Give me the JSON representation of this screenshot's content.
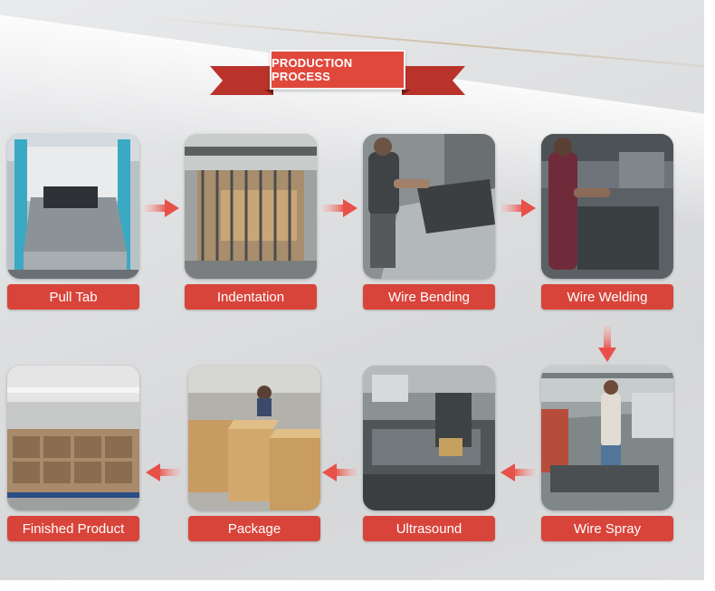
{
  "banner": {
    "title": "PRODUCTION PROCESS",
    "colors": {
      "ribbon": "#e0483c",
      "ribbon_dark": "#b9332b"
    }
  },
  "steps": [
    {
      "label": "Pull Tab",
      "scene": "machine-press"
    },
    {
      "label": "Indentation",
      "scene": "wooden-frame"
    },
    {
      "label": "Wire Bending",
      "scene": "worker-bending"
    },
    {
      "label": "Wire Welding",
      "scene": "worker-welding"
    },
    {
      "label": "Wire Spray",
      "scene": "spray-line"
    },
    {
      "label": "Ultrasound",
      "scene": "ultrasound-machine"
    },
    {
      "label": "Package",
      "scene": "cardboard-boxes"
    },
    {
      "label": "Finished Product",
      "scene": "warehouse-pallets"
    }
  ],
  "arrow_icon": "red-arrow-icon",
  "colors": {
    "label_bg": "#d9443a",
    "label_text": "#ffffff",
    "arrow": "#e8514a"
  }
}
